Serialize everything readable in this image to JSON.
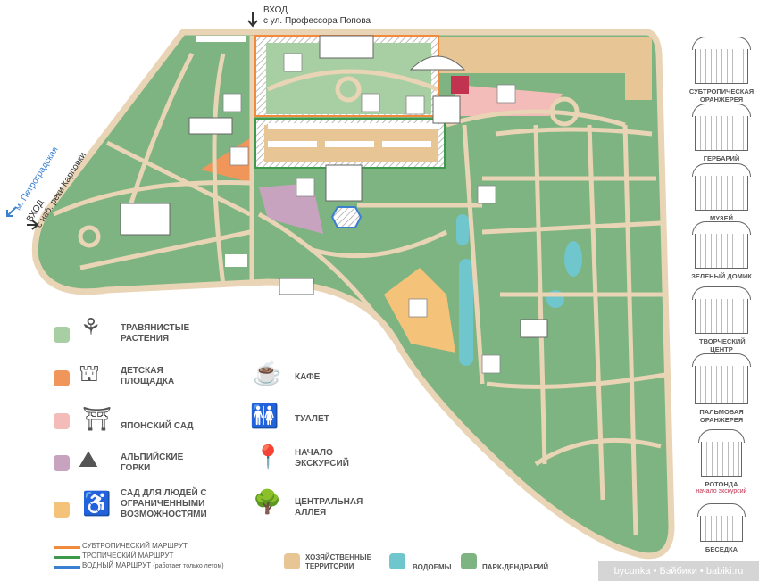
{
  "entrances": {
    "top_title": "ВХОД",
    "top_sub": "с ул. Профессора Попова",
    "left_title": "ВХОД",
    "left_sub": "с наб. реки Карповки",
    "metro": "м. Петроградская"
  },
  "colors": {
    "park": "#7db482",
    "path": "#e9d4b5",
    "herb": "#a8cfa4",
    "kids": "#f0965a",
    "japan": "#f4bcb8",
    "alpine": "#c8a3bf",
    "access": "#f5c27a",
    "water": "#6fc6cc",
    "service": "#e7c594",
    "subtrop": "#f08a3c",
    "trop": "#3d9a4c",
    "waterroute": "#3a7fd0",
    "accent": "#c2334f"
  },
  "legend_zones": [
    {
      "label": "ТРАВЯНИСТЫЕ РАСТЕНИЯ",
      "icon": "tulip-icon"
    },
    {
      "label": "ДЕТСКАЯ ПЛОЩАДКА",
      "icon": "playground-icon"
    },
    {
      "label": "ЯПОНСКИЙ САД",
      "icon": "lantern-icon"
    },
    {
      "label": "АЛЬПИЙСКИЕ ГОРКИ",
      "icon": "mountain-icon"
    },
    {
      "label": "САД ДЛЯ ЛЮДЕЙ С ОГРАНИЧЕННЫМИ ВОЗМОЖНОСТЯМИ",
      "icon": "wheelchair-icon"
    }
  ],
  "legend_facilities": [
    {
      "label": "КАФЕ",
      "icon": "cup-icon"
    },
    {
      "label": "ТУАЛЕТ",
      "icon": "toilet-icon"
    },
    {
      "label": "НАЧАЛО ЭКСКУРСИЙ",
      "icon": "map-pin-icon"
    },
    {
      "label": "ЦЕНТРАЛЬНАЯ АЛЛЕЯ",
      "icon": "trees-icon"
    }
  ],
  "routes": [
    {
      "label": "СУБТРОПИЧЕСКИЙ МАРШРУТ"
    },
    {
      "label": "ТРОПИЧЕСКИЙ МАРШРУТ"
    },
    {
      "label": "ВОДНЫЙ МАРШРУТ",
      "note": "(работает только летом)"
    }
  ],
  "areas": [
    {
      "label": "ХОЗЯЙСТВЕННЫЕ ТЕРРИТОРИИ"
    },
    {
      "label": "ВОДОЕМЫ"
    },
    {
      "label": "ПАРК-ДЕНДРАРИЙ"
    }
  ],
  "buildings": [
    {
      "label": "СУБТРОПИЧЕСКАЯ ОРАНЖЕРЕЯ"
    },
    {
      "label": "ГЕРБАРИЙ"
    },
    {
      "label": "МУЗЕЙ"
    },
    {
      "label": "ЗЕЛЕНЫЙ ДОМИК"
    },
    {
      "label": "ТВОРЧЕСКИЙ ЦЕНТР"
    },
    {
      "label": "ПАЛЬМОВАЯ ОРАНЖЕРЕЯ"
    },
    {
      "label": "РОТОНДА",
      "sub": "начало экскурсий"
    },
    {
      "label": "БЕСЕДКА"
    }
  ],
  "watermark": "bycunka • Бэйбики • babiki.ru"
}
